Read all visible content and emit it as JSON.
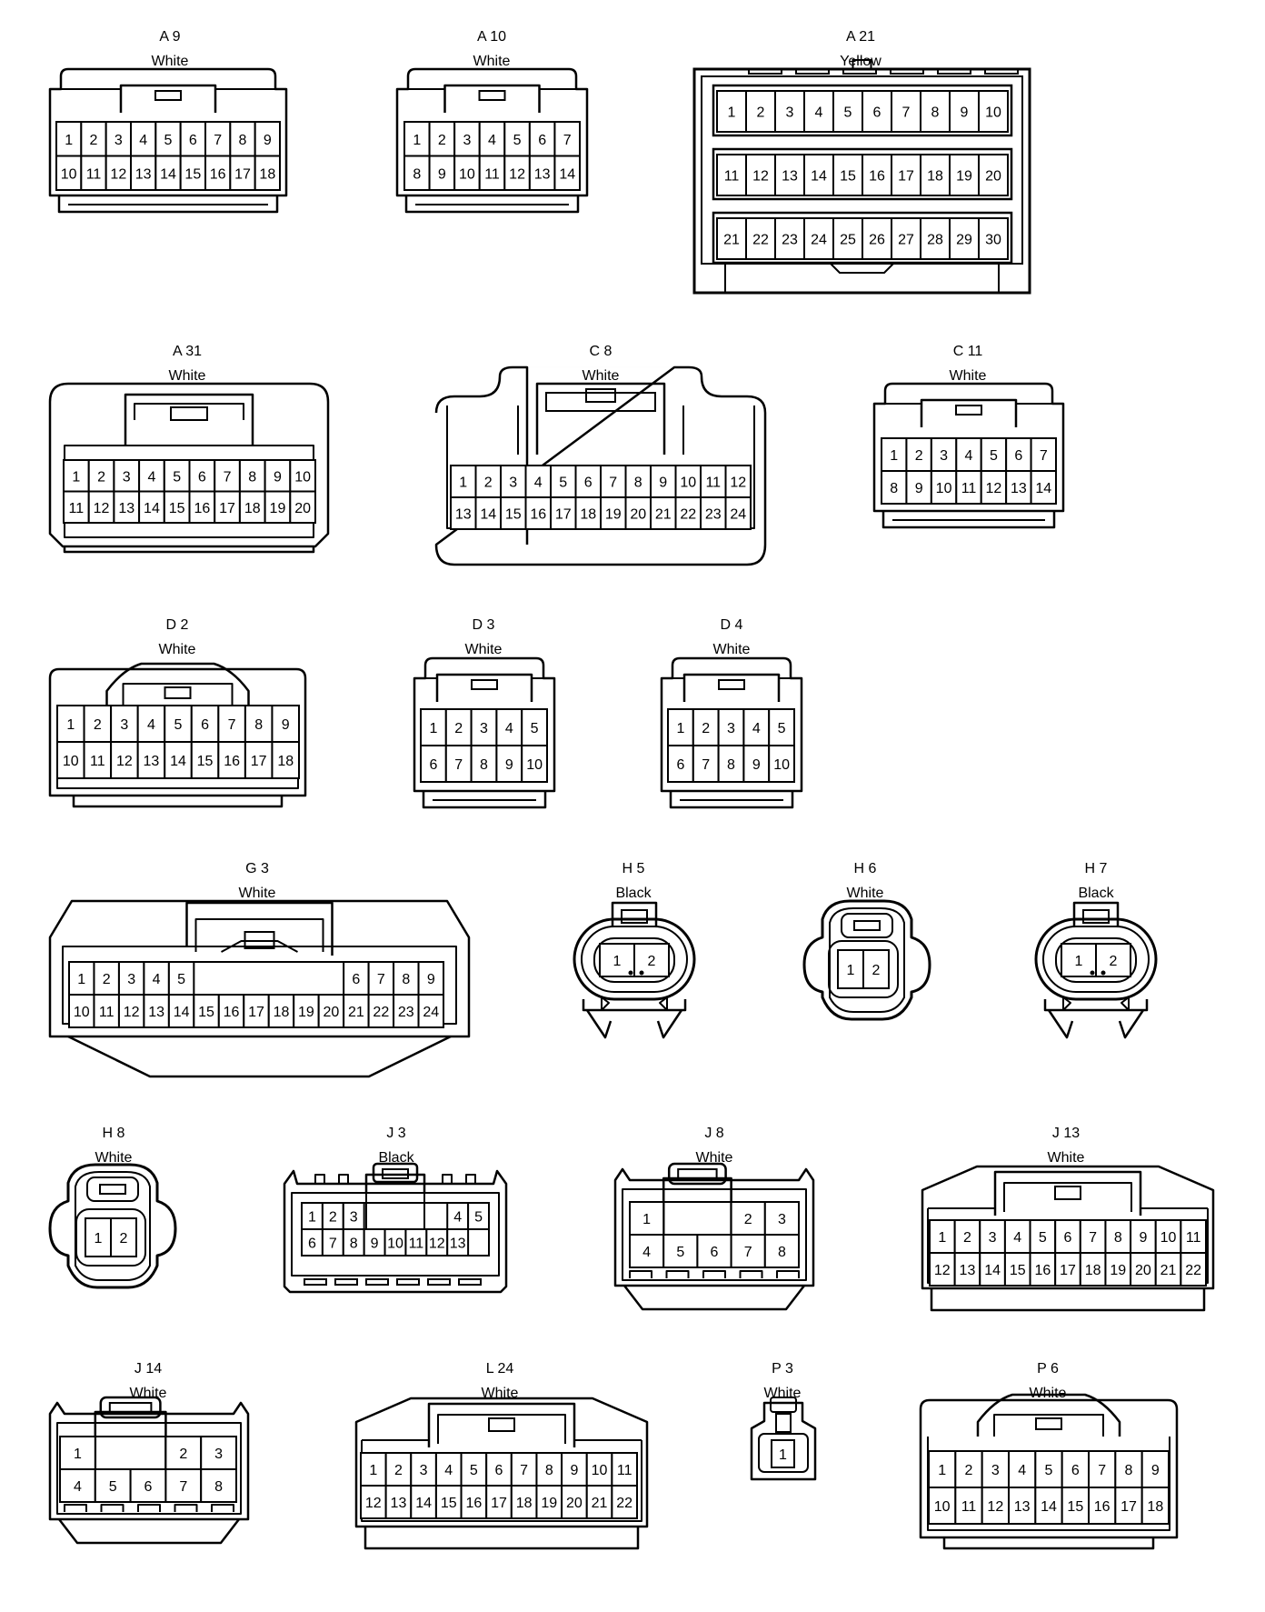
{
  "connectors": [
    {
      "code": "A 9",
      "color": "White",
      "rows": [
        [
          "1",
          "2",
          "3",
          "4",
          "5",
          "6",
          "7",
          "8",
          "9"
        ],
        [
          "10",
          "11",
          "12",
          "13",
          "14",
          "15",
          "16",
          "17",
          "18"
        ]
      ]
    },
    {
      "code": "A 10",
      "color": "White",
      "rows": [
        [
          "1",
          "2",
          "3",
          "4",
          "5",
          "6",
          "7"
        ],
        [
          "8",
          "9",
          "10",
          "11",
          "12",
          "13",
          "14"
        ]
      ]
    },
    {
      "code": "A 21",
      "color": "Yellow",
      "rows": [
        [
          "1",
          "2",
          "3",
          "4",
          "5",
          "6",
          "7",
          "8",
          "9",
          "10"
        ],
        [
          "11",
          "12",
          "13",
          "14",
          "15",
          "16",
          "17",
          "18",
          "19",
          "20"
        ],
        [
          "21",
          "22",
          "23",
          "24",
          "25",
          "26",
          "27",
          "28",
          "29",
          "30"
        ]
      ]
    },
    {
      "code": "A 31",
      "color": "White",
      "rows": [
        [
          "1",
          "2",
          "3",
          "4",
          "5",
          "6",
          "7",
          "8",
          "9",
          "10"
        ],
        [
          "11",
          "12",
          "13",
          "14",
          "15",
          "16",
          "17",
          "18",
          "19",
          "20"
        ]
      ]
    },
    {
      "code": "C 8",
      "color": "White",
      "rows": [
        [
          "1",
          "2",
          "3",
          "4",
          "5",
          "6",
          "7",
          "8",
          "9",
          "10",
          "11",
          "12"
        ],
        [
          "13",
          "14",
          "15",
          "16",
          "17",
          "18",
          "19",
          "20",
          "21",
          "22",
          "23",
          "24"
        ]
      ]
    },
    {
      "code": "C 11",
      "color": "White",
      "rows": [
        [
          "1",
          "2",
          "3",
          "4",
          "5",
          "6",
          "7"
        ],
        [
          "8",
          "9",
          "10",
          "11",
          "12",
          "13",
          "14"
        ]
      ]
    },
    {
      "code": "D 2",
      "color": "White",
      "rows": [
        [
          "1",
          "2",
          "3",
          "4",
          "5",
          "6",
          "7",
          "8",
          "9"
        ],
        [
          "10",
          "11",
          "12",
          "13",
          "14",
          "15",
          "16",
          "17",
          "18"
        ]
      ]
    },
    {
      "code": "D 3",
      "color": "White",
      "rows": [
        [
          "1",
          "2",
          "3",
          "4",
          "5"
        ],
        [
          "6",
          "7",
          "8",
          "9",
          "10"
        ]
      ]
    },
    {
      "code": "D 4",
      "color": "White",
      "rows": [
        [
          "1",
          "2",
          "3",
          "4",
          "5"
        ],
        [
          "6",
          "7",
          "8",
          "9",
          "10"
        ]
      ]
    },
    {
      "code": "G 3",
      "color": "White",
      "rows": [
        [
          "1",
          "2",
          "3",
          "4",
          "5",
          "",
          "",
          "",
          "",
          "",
          "",
          "6",
          "7",
          "8",
          "9"
        ],
        [
          "10",
          "11",
          "12",
          "13",
          "14",
          "15",
          "16",
          "17",
          "18",
          "19",
          "20",
          "21",
          "22",
          "23",
          "24"
        ]
      ]
    },
    {
      "code": "H 5",
      "color": "Black",
      "rows": [
        [
          "1",
          "2"
        ]
      ]
    },
    {
      "code": "H 6",
      "color": "White",
      "rows": [
        [
          "1",
          "2"
        ]
      ]
    },
    {
      "code": "H 7",
      "color": "Black",
      "rows": [
        [
          "1",
          "2"
        ]
      ]
    },
    {
      "code": "H 8",
      "color": "White",
      "rows": [
        [
          "1",
          "2"
        ]
      ]
    },
    {
      "code": "J 3",
      "color": "Black",
      "rows": [
        [
          "1",
          "2",
          "3",
          "",
          "",
          "",
          "",
          "4",
          "5"
        ],
        [
          "6",
          "7",
          "8",
          "9",
          "10",
          "11",
          "12",
          "13",
          ""
        ]
      ]
    },
    {
      "code": "J 8",
      "color": "White",
      "rows": [
        [
          "1",
          "",
          "",
          "2",
          "3"
        ],
        [
          "4",
          "5",
          "6",
          "7",
          "8"
        ]
      ]
    },
    {
      "code": "J 13",
      "color": "White",
      "rows": [
        [
          "1",
          "2",
          "3",
          "4",
          "5",
          "6",
          "7",
          "8",
          "9",
          "10",
          "11"
        ],
        [
          "12",
          "13",
          "14",
          "15",
          "16",
          "17",
          "18",
          "19",
          "20",
          "21",
          "22"
        ]
      ]
    },
    {
      "code": "J 14",
      "color": "White",
      "rows": [
        [
          "1",
          "",
          "",
          "2",
          "3"
        ],
        [
          "4",
          "5",
          "6",
          "7",
          "8"
        ]
      ]
    },
    {
      "code": "L 24",
      "color": "White",
      "rows": [
        [
          "1",
          "2",
          "3",
          "4",
          "5",
          "6",
          "7",
          "8",
          "9",
          "10",
          "11"
        ],
        [
          "12",
          "13",
          "14",
          "15",
          "16",
          "17",
          "18",
          "19",
          "20",
          "21",
          "22"
        ]
      ]
    },
    {
      "code": "P 3",
      "color": "White",
      "rows": [
        [
          "1"
        ]
      ]
    },
    {
      "code": "P 6",
      "color": "White",
      "rows": [
        [
          "1",
          "2",
          "3",
          "4",
          "5",
          "6",
          "7",
          "8",
          "9"
        ],
        [
          "10",
          "11",
          "12",
          "13",
          "14",
          "15",
          "16",
          "17",
          "18"
        ]
      ]
    }
  ]
}
